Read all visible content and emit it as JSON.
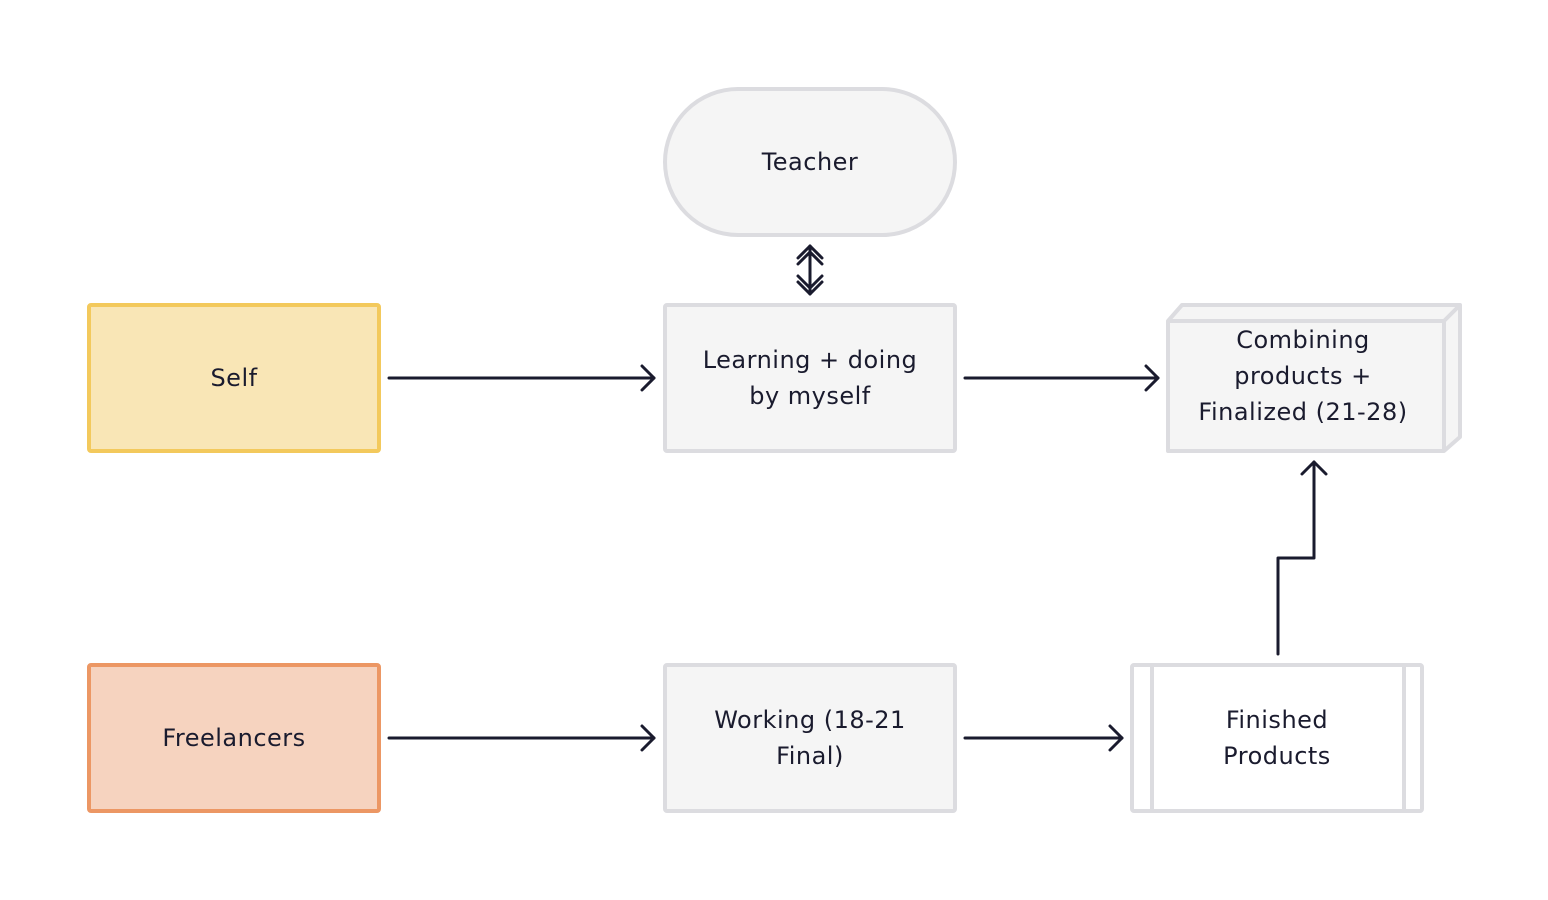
{
  "diagram": {
    "nodes": {
      "teacher": "Teacher",
      "self": "Self",
      "freelancers": "Freelancers",
      "learning": "Learning + doing by myself",
      "working": "Working (18-21 Final)",
      "finished": "Finished Products",
      "combining": "Combining products + Finalized (21-28)"
    },
    "colors": {
      "node_fill": "#f5f5f5",
      "node_border": "#dcdce0",
      "self_fill": "#f9e6b6",
      "self_border": "#f3c95c",
      "freelancers_fill": "#f6d3bf",
      "freelancers_border": "#ec9764",
      "arrow": "#1a1b2e"
    },
    "edges": [
      {
        "from": "self",
        "to": "learning"
      },
      {
        "from": "learning",
        "to": "combining"
      },
      {
        "from": "freelancers",
        "to": "working"
      },
      {
        "from": "working",
        "to": "finished"
      },
      {
        "from": "finished",
        "to": "combining"
      },
      {
        "from": "teacher",
        "to": "learning",
        "bidirectional": true
      }
    ]
  }
}
